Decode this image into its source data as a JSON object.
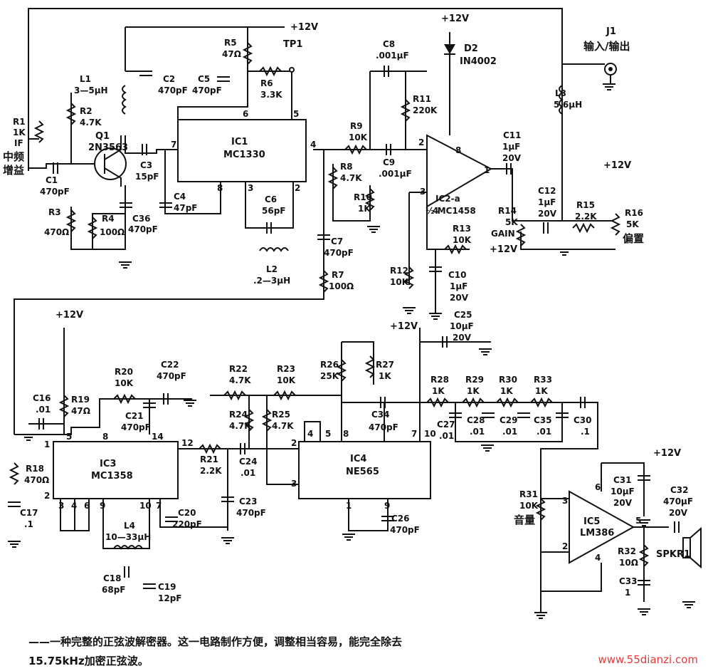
{
  "supply": {
    "plus12": "+12V"
  },
  "q1": {
    "ref": "Q1",
    "part": "2N3563"
  },
  "ic1": {
    "ref": "IC1",
    "part": "MC1330",
    "pins": [
      "7",
      "6",
      "5",
      "4",
      "8",
      "3",
      "2"
    ]
  },
  "ic2": {
    "ref": "IC2-a",
    "part": "½ MC1458",
    "pins": [
      "2",
      "8",
      "1",
      "3",
      "4"
    ]
  },
  "ic3": {
    "ref": "IC3",
    "part": "MC1358",
    "pins": [
      "5",
      "8",
      "14",
      "1",
      "2",
      "12",
      "3",
      "4",
      "6",
      "9",
      "10",
      "7"
    ]
  },
  "ic4": {
    "ref": "IC4",
    "part": "NE565",
    "pins": [
      "4",
      "5",
      "8",
      "7",
      "10",
      "2",
      "3",
      "1",
      "9"
    ]
  },
  "ic5": {
    "ref": "IC5",
    "part": "LM386",
    "pins": [
      "6",
      "3",
      "2",
      "4",
      "5"
    ]
  },
  "d2": {
    "ref": "D2",
    "part": "IN4002"
  },
  "tp1": {
    "ref": "TP1"
  },
  "j1": {
    "ref": "J1",
    "label": "输入/输出"
  },
  "spkr": {
    "ref": "SPKR1"
  },
  "r1": {
    "ref": "R1",
    "val": "1K",
    "type": "IF",
    "cn": "中频",
    "cn2": "增益"
  },
  "r2": {
    "ref": "R2",
    "val": "4.7K"
  },
  "r3": {
    "ref": "R3",
    "val": "470Ω"
  },
  "r4": {
    "ref": "R4",
    "val": "100Ω"
  },
  "r5": {
    "ref": "R5",
    "val": "47Ω"
  },
  "r6": {
    "ref": "R6",
    "val": "3.3K"
  },
  "r7": {
    "ref": "R7",
    "val": "100Ω"
  },
  "r8": {
    "ref": "R8",
    "val": "4.7K"
  },
  "r9": {
    "ref": "R9",
    "val": "10K"
  },
  "r10": {
    "ref": "R10",
    "val": "1K"
  },
  "r11": {
    "ref": "R11",
    "val": "220K"
  },
  "r12": {
    "ref": "R12",
    "val": "10K"
  },
  "r13": {
    "ref": "R13",
    "val": "10K"
  },
  "r14": {
    "ref": "R14",
    "val": "5K",
    "type": "GAIN"
  },
  "r15": {
    "ref": "R15",
    "val": "2.2K"
  },
  "r16": {
    "ref": "R16",
    "val": "5K",
    "cn": "偏置"
  },
  "r18": {
    "ref": "R18",
    "val": "470Ω"
  },
  "r19": {
    "ref": "R19",
    "val": "47Ω"
  },
  "r20": {
    "ref": "R20",
    "val": "10K"
  },
  "r21": {
    "ref": "R21",
    "val": "2.2K"
  },
  "r22": {
    "ref": "R22",
    "val": "4.7K"
  },
  "r23": {
    "ref": "R23",
    "val": "10K"
  },
  "r24": {
    "ref": "R24",
    "val": "4.7K"
  },
  "r25": {
    "ref": "R25",
    "val": "4.7K"
  },
  "r26": {
    "ref": "R26",
    "val": "25K"
  },
  "r27": {
    "ref": "R27",
    "val": "1K"
  },
  "r28": {
    "ref": "R28",
    "val": "1K"
  },
  "r29": {
    "ref": "R29",
    "val": "1K"
  },
  "r30": {
    "ref": "R30",
    "val": "1K"
  },
  "r33": {
    "ref": "R33",
    "val": "1K"
  },
  "r31": {
    "ref": "R31",
    "val": "10K",
    "cn": "音量"
  },
  "r32": {
    "ref": "R32",
    "val": "10Ω"
  },
  "c1": {
    "ref": "C1",
    "val": "470pF"
  },
  "c2": {
    "ref": "C2",
    "val": "470pF"
  },
  "c3": {
    "ref": "C3",
    "val": "15pF"
  },
  "c4": {
    "ref": "C4",
    "val": "47pF"
  },
  "c5": {
    "ref": "C5",
    "val": "470pF"
  },
  "c6": {
    "ref": "C6",
    "val": "56pF"
  },
  "c7": {
    "ref": "C7",
    "val": "470pF"
  },
  "c8": {
    "ref": "C8",
    "val": ".001μF"
  },
  "c9": {
    "ref": "C9",
    "val": ".001μF"
  },
  "c10": {
    "ref": "C10",
    "val": "1μF",
    "v": "20V"
  },
  "c11": {
    "ref": "C11",
    "val": "1μF",
    "v": "20V"
  },
  "c12": {
    "ref": "C12",
    "val": "1μF",
    "v": "20V"
  },
  "c16": {
    "ref": "C16",
    "val": ".01"
  },
  "c17": {
    "ref": "C17",
    "val": ".1"
  },
  "c18": {
    "ref": "C18",
    "val": "68pF"
  },
  "c19": {
    "ref": "C19",
    "val": "12pF"
  },
  "c20": {
    "ref": "C20",
    "val": "220pF"
  },
  "c21": {
    "ref": "C21",
    "val": "470pF"
  },
  "c22": {
    "ref": "C22",
    "val": "470pF"
  },
  "c23": {
    "ref": "C23",
    "val": "470pF"
  },
  "c24": {
    "ref": "C24",
    "val": ".01"
  },
  "c25": {
    "ref": "C25",
    "val": "10μF",
    "v": "20V"
  },
  "c26": {
    "ref": "C26",
    "val": "470pF"
  },
  "c27": {
    "ref": "C27",
    "val": ".01"
  },
  "c28": {
    "ref": "C28",
    "val": ".01"
  },
  "c29": {
    "ref": "C29",
    "val": ".01"
  },
  "c30": {
    "ref": "C30",
    "val": ".1"
  },
  "c31": {
    "ref": "C31",
    "val": "10μF",
    "v": "20V"
  },
  "c32": {
    "ref": "C32",
    "val": "470μF",
    "v": "20V"
  },
  "c33": {
    "ref": "C33",
    "val": "1"
  },
  "c34": {
    "ref": "C34",
    "val": "470pF"
  },
  "c35": {
    "ref": "C35",
    "val": ".01"
  },
  "c36": {
    "ref": "C36",
    "val": "470pF"
  },
  "l1": {
    "ref": "L1",
    "val": "3—5μH"
  },
  "l2": {
    "ref": "L2",
    "val": ".2—3μH"
  },
  "l3": {
    "ref": "L3",
    "val": "5.6μH"
  },
  "l4": {
    "ref": "L4",
    "val": "10—33μH"
  },
  "caption": {
    "line1": "——一种完整的正弦波解密器。这一电路制作方便，调整相当容易，能完全除去",
    "line2": "15.75kHz加密正弦波。"
  },
  "watermark": "www.55dianzi.com"
}
